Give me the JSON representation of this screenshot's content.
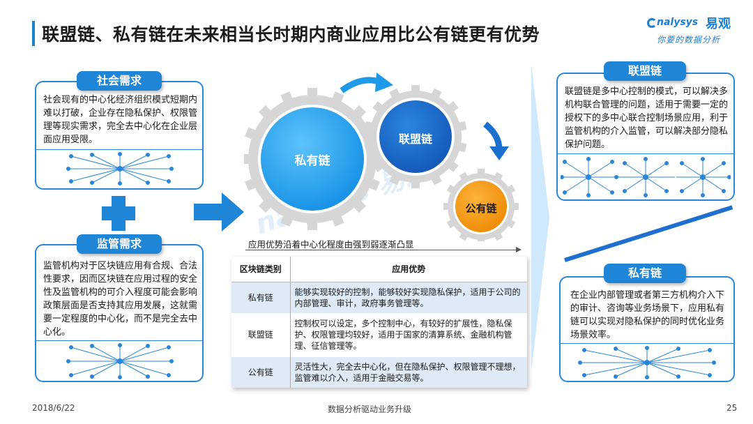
{
  "header": {
    "title": "联盟链、私有链在未来相当长时期内商业应用比公有链更有优势",
    "logo_en": "nalysys",
    "logo_cn": "易观",
    "logo_slogan": "你要的数据分析"
  },
  "social_demand": {
    "label": "社会需求",
    "text": "社会现有的中心化经济组织模式短期内难以打破，企业存在隐私保护、权限管理等现实需求，完全去中心化在企业层面应用受限。"
  },
  "regulatory_demand": {
    "label": "监管需求",
    "text": "监管机构对于区块链应用有合规、合法性要求，因而区块链在应用过程的安全性及监管机构的可介入程度可能会影响政策层面是否支持其应用发展，这就需要一定程度的中心化，而不是完全去中心化。"
  },
  "gears": {
    "private": "私有链",
    "consortium": "联盟链",
    "public": "公有链"
  },
  "trend_text": "应用优势沿着中心化程度由强到弱逐渐凸显",
  "table": {
    "headers": [
      "区块链类别",
      "应用优势"
    ],
    "rows": [
      {
        "category": "私有链",
        "advantage": "能够实现较好的控制，能够较好实现隐私保护，适用于公司的内部管理、审计，政府事务管理等。"
      },
      {
        "category": "联盟链",
        "advantage": "控制权可以设定，多个控制中心，有较好的扩展性，隐私保护、权限管理均较好，适用于国家的清算系统、金融机构管理、征信管理等。"
      },
      {
        "category": "公有链",
        "advantage": "灵活性大，完全去中心化，但在隐私保护、权限管理不理想，监管难以介入，适用于金融交易等。"
      }
    ]
  },
  "consortium_box": {
    "label": "联盟链",
    "text": "联盟链是多中心控制的模式，可以解决多机构联合管理的问题，适用于需要一定的授权下的多中心联合控制场景应用，利于监管机构的介入监管，可以解决部分隐私保护问题。"
  },
  "private_box": {
    "label": "私有链",
    "text": "在企业内部管理或者第三方机构介入下的审计、咨询等业务场景下，应用私有链可以实现对隐私保护的同时优化业务场景效率。"
  },
  "footer": {
    "date": "2018/6/22",
    "center": "数据分析驱动业务升级",
    "page": "25"
  },
  "colors": {
    "primary_blue": "#1f85d6",
    "light_blue_gear": "#2ea3ee",
    "dark_blue_gear": "#1a6fcf",
    "orange_gear": "#f59a0c",
    "gear_ring": "#d9d9d9",
    "table_shade": "#dfeaf7"
  },
  "watermark": "nalysys 易观"
}
